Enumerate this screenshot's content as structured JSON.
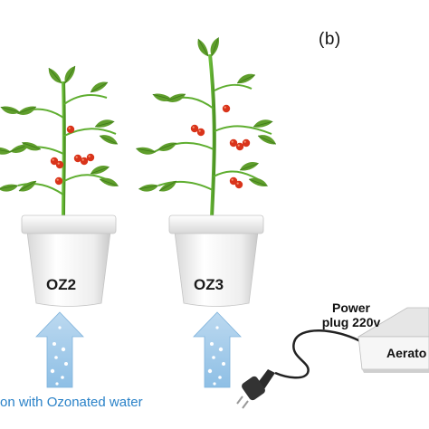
{
  "panel_label": "(b)",
  "pots": [
    {
      "label": "OZ2"
    },
    {
      "label": "OZ3"
    }
  ],
  "power_plug": {
    "line1": "Power",
    "line2": "plug 220v"
  },
  "aerator": {
    "label": "Aerato"
  },
  "caption": "on with Ozonated water",
  "colors": {
    "caption": "#2a82c8",
    "arrow_fill": "#a9cdea",
    "pot": "#f1f1f1",
    "leaf": "#5f9e2c",
    "tomato": "#d9341b"
  }
}
